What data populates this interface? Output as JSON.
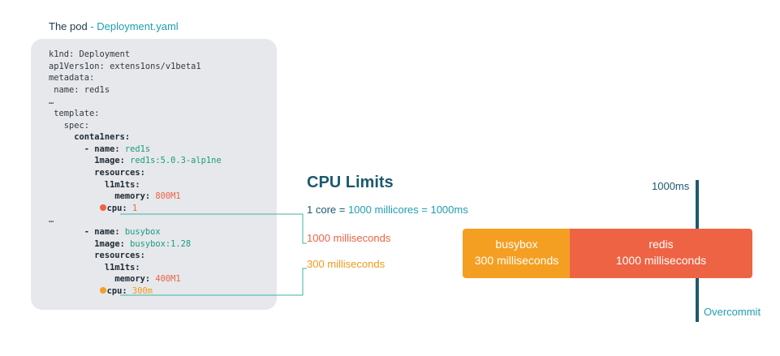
{
  "pod": {
    "title": "The pod",
    "separator": " - ",
    "file": "Deployment.yaml",
    "yaml": {
      "l1": "k1nd: Deployment",
      "l2": "ap1Vers1on: extens1ons/v1beta1",
      "l3": "metadata:",
      "l4": " name: red1s",
      "l5": "…",
      "l6": " template:",
      "l7": "   spec:",
      "l8_key": "     conta1ners:",
      "l9_key": "       - name: ",
      "l9_val": "red1s",
      "l10_key": "         1mage: ",
      "l10_val": "red1s:5.0.3-alp1ne",
      "l11_key": "         resources:",
      "l12_key": "           l1m1ts:",
      "l13_key": "             memory: ",
      "l13_val": "800M1",
      "l14_pad": "          ",
      "l14_key": "cpu: ",
      "l14_val": "1",
      "l15": "…",
      "l16_key": "       - name: ",
      "l16_val": "busybox",
      "l17_key": "         1mage: ",
      "l17_val": "busybox:1.28",
      "l18_key": "         resources:",
      "l19_key": "           l1m1ts:",
      "l20_key": "             memory: ",
      "l20_val": "400M1",
      "l21_pad": "          ",
      "l21_key": "cpu: ",
      "l21_val": "300m"
    }
  },
  "cpu_limits": {
    "title": "CPU Limits",
    "equation_prefix": "1 core = ",
    "equation_mid": "1000 millicores = 1000ms",
    "redis_ms": "1000 milliseconds",
    "busybox_ms": "300 milliseconds"
  },
  "timeline": {
    "busybox": {
      "name": "busybox",
      "duration": "300 milliseconds",
      "ms": 300
    },
    "redis": {
      "name": "redis",
      "duration": "1000 milliseconds",
      "ms": 1000
    },
    "marker_top": "1000ms",
    "marker_bottom": "Overcommit"
  },
  "colors": {
    "redis": "#ee6344",
    "busybox": "#f49f22",
    "title": "#1c5a70",
    "teal": "#1f9eb0",
    "connector": "#3fb3a3"
  }
}
